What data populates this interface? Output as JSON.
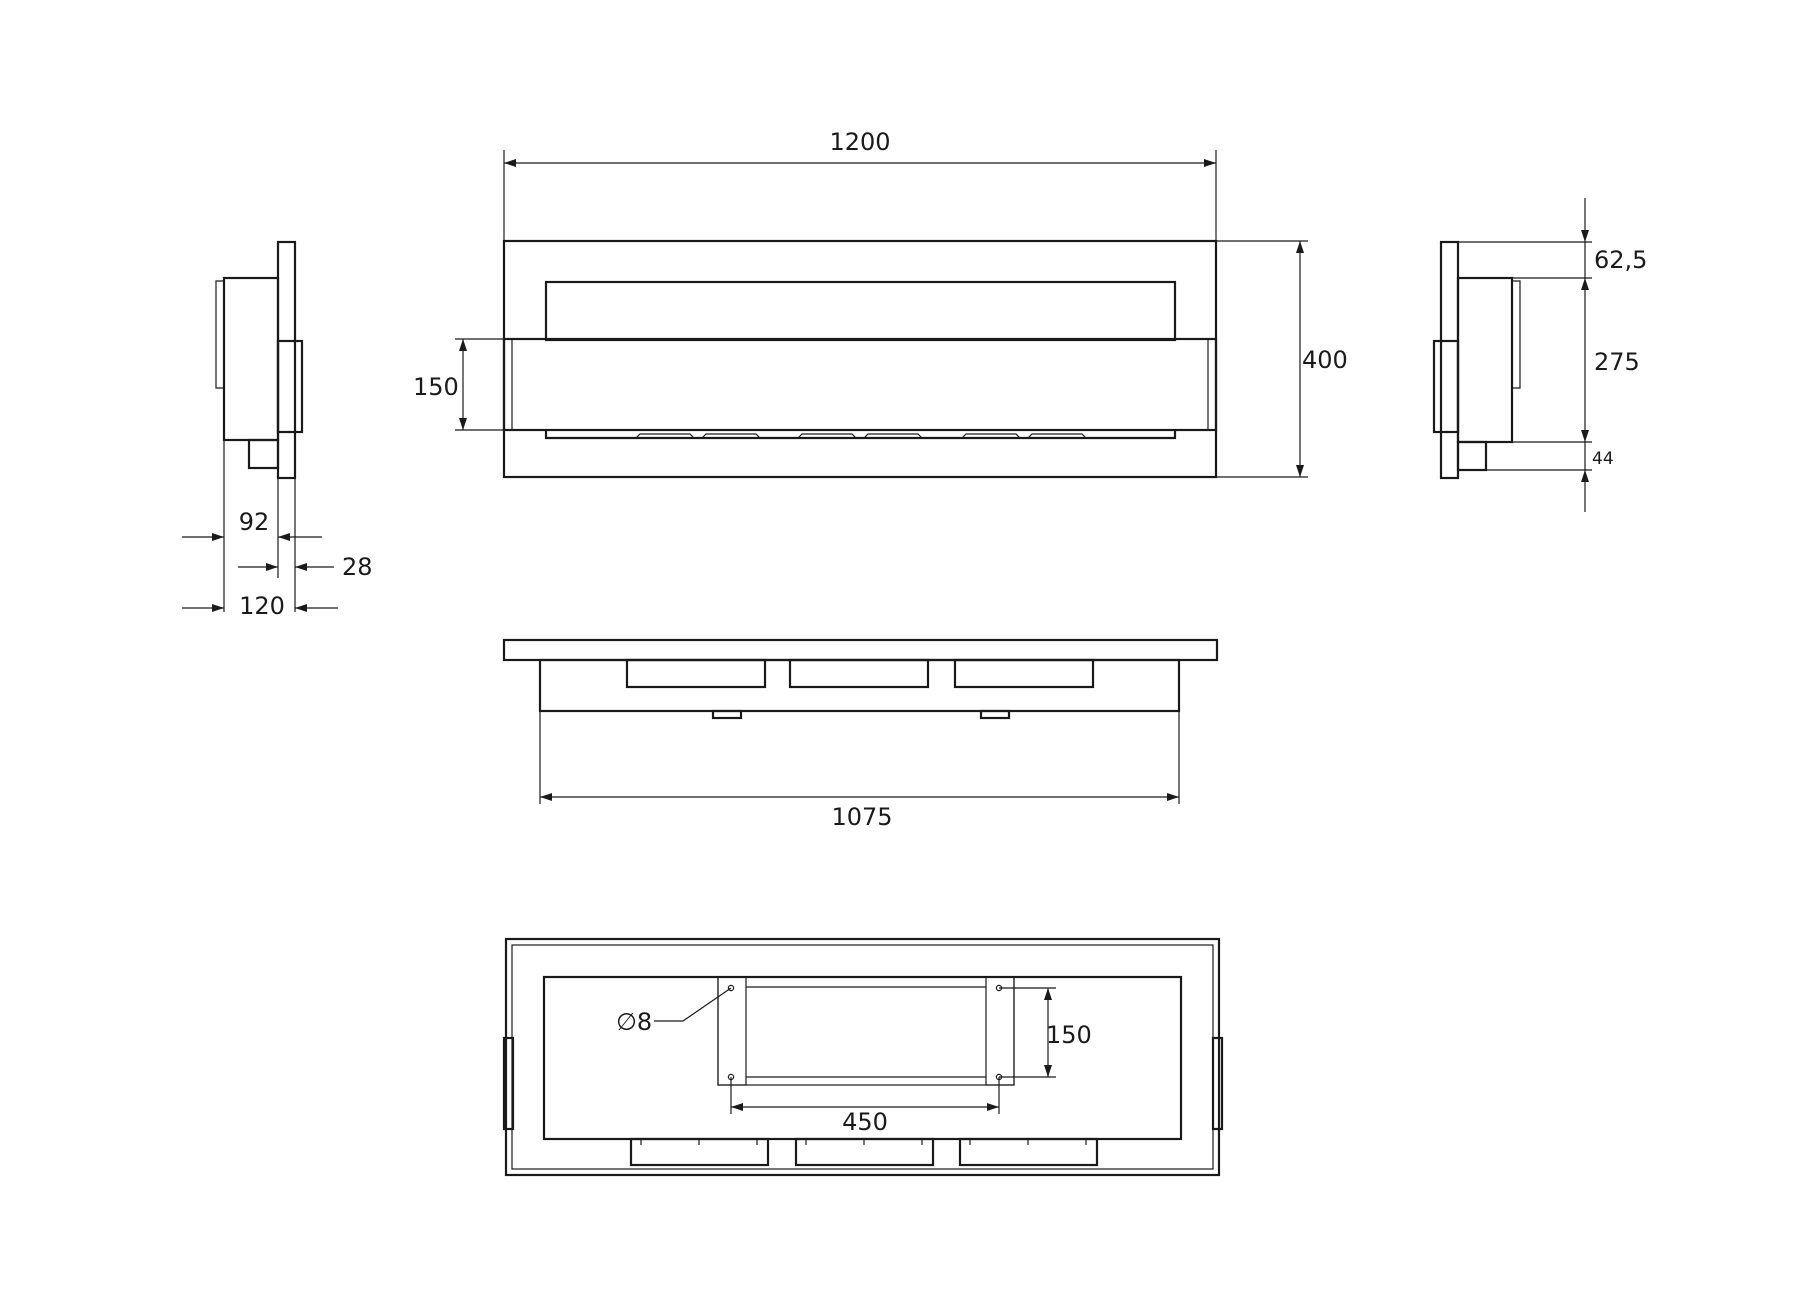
{
  "dimensions": {
    "front_width": "1200",
    "front_height": "400",
    "burner_height": "150",
    "right_top": "62,5",
    "right_middle": "275",
    "right_bottom": "44",
    "left_depth_92": "92",
    "left_depth_28": "28",
    "left_depth_120": "120",
    "top_width": "1075",
    "back_hole_diameter": "∅8",
    "back_hole_vertical": "150",
    "back_hole_horizontal": "450"
  }
}
